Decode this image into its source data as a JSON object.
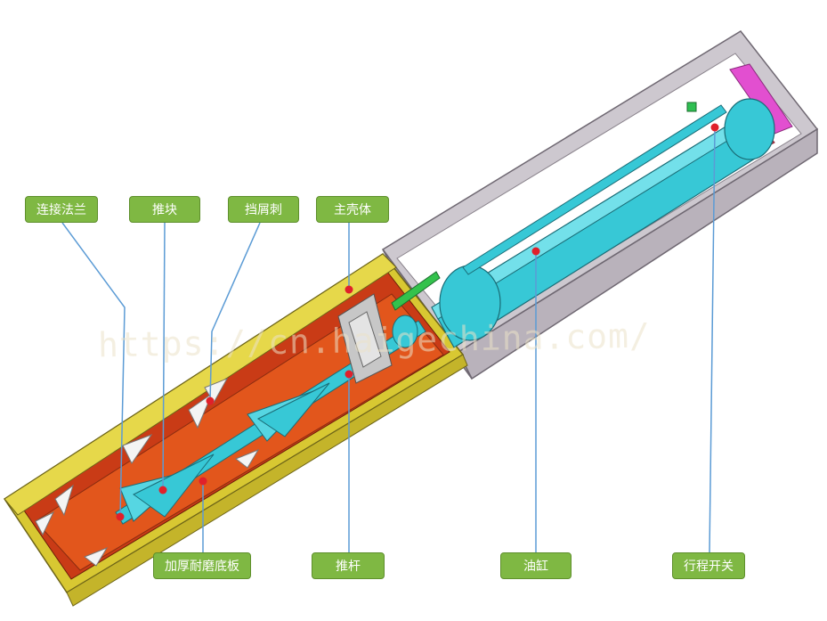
{
  "labels": {
    "flange": "连接法兰",
    "push_block": "推块",
    "chip_thorn": "挡屑刺",
    "main_shell": "主壳体",
    "bottom_plate": "加厚耐磨底板",
    "push_rod": "推杆",
    "oil_cylinder": "油缸",
    "travel_switch": "行程开关"
  },
  "watermark": "https://cn.haigechina.com/",
  "colors": {
    "label_bg": "#7fb843",
    "leader_line": "#5b9bd5",
    "marker_dot": "#e0202a",
    "trough": "#d8c832",
    "plate": "#e2561c",
    "cylinder": "#37c8d6",
    "housing": "#a7a0a8"
  }
}
